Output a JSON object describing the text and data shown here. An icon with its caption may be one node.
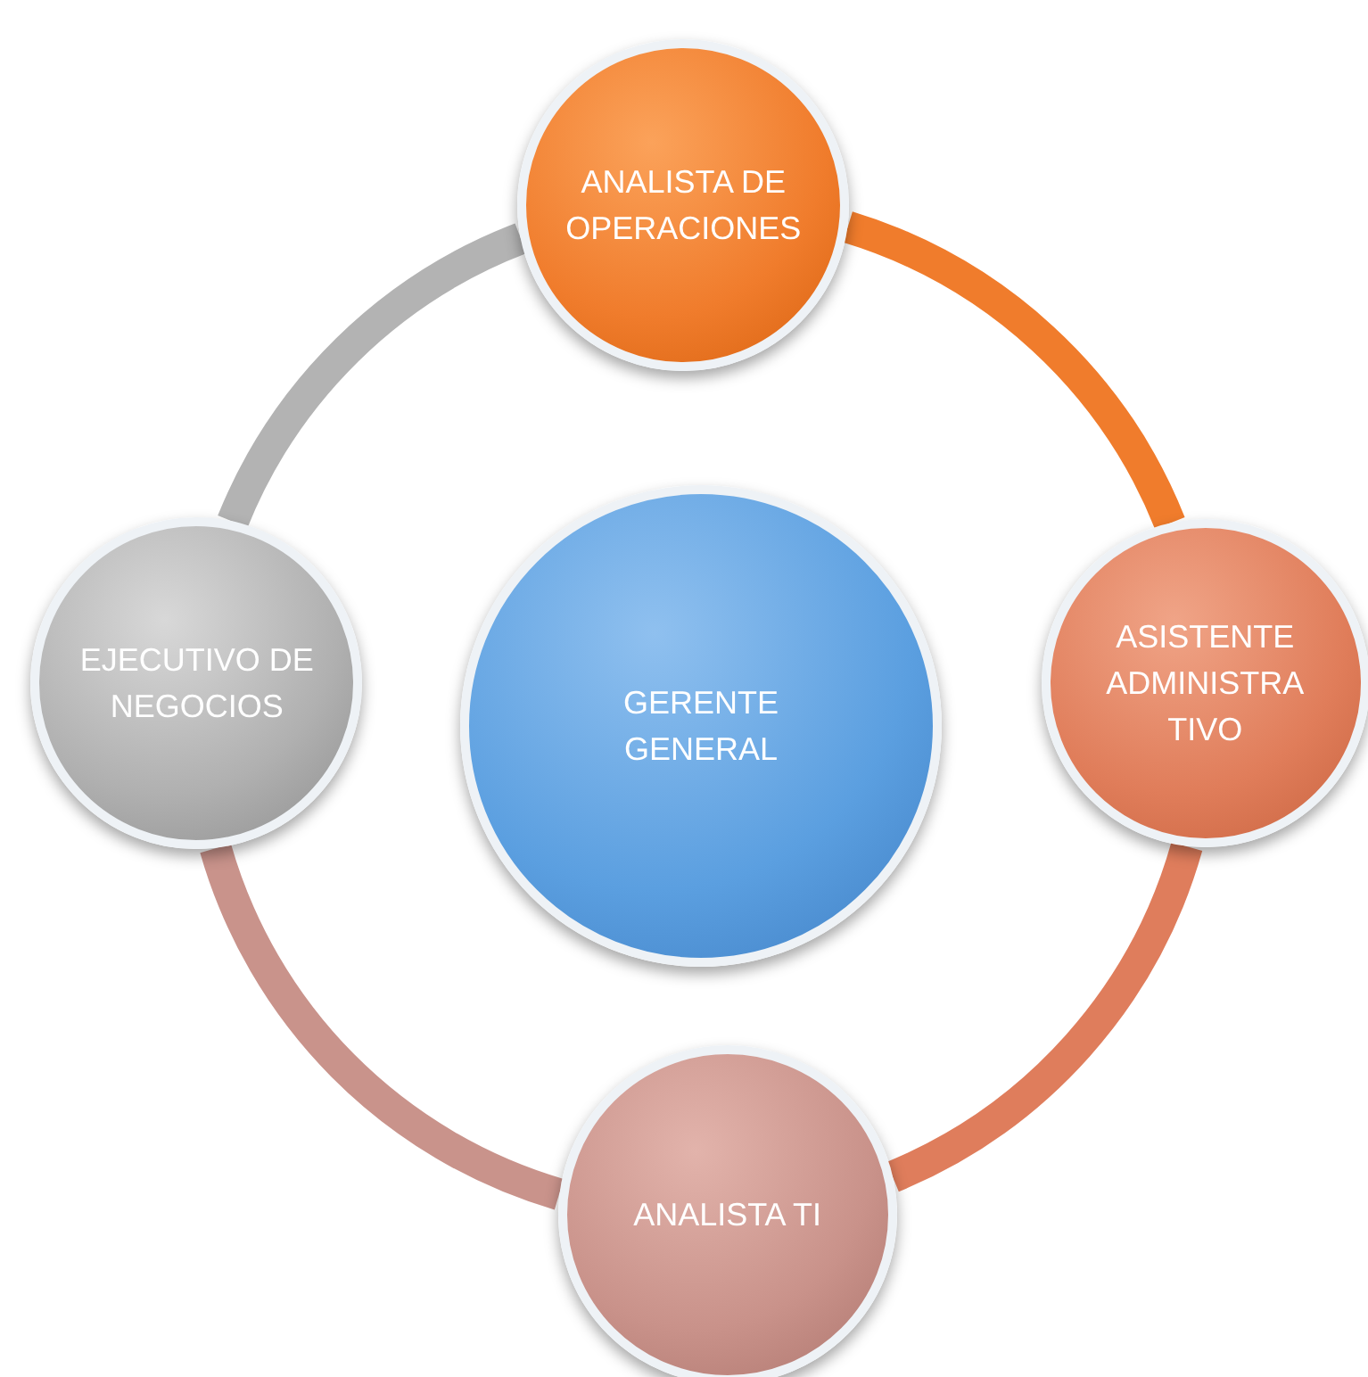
{
  "diagram": {
    "nodes": [
      {
        "text": [
          "ANALISTA DE OPERACIONES"
        ]
      },
      {
        "text": [
          "EJECUTIVO DE NEGOCIOS"
        ]
      },
      {
        "text": [
          "GERENTE GENERAL"
        ]
      },
      {
        "text": [
          "ASISTENTE ADMINISTRATIVO"
        ]
      },
      {
        "text": [
          "ANALISTA TI"
        ]
      }
    ],
    "edges": [
      {
        "from": 0,
        "to": 3,
        "arrow": "none",
        "color": "#f07c2c"
      },
      {
        "from": 3,
        "to": 4,
        "arrow": "none",
        "color": "#df7d5c"
      },
      {
        "from": 4,
        "to": 1,
        "arrow": "none",
        "color": "#c9938b"
      },
      {
        "from": 1,
        "to": 0,
        "arrow": "none",
        "color": "#b3b3b3"
      }
    ]
  }
}
